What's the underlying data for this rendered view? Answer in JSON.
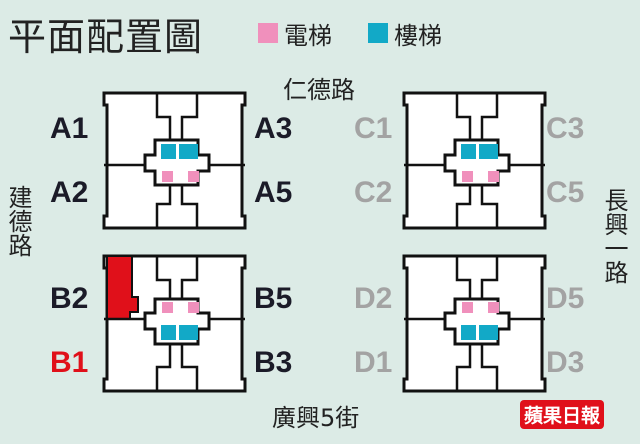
{
  "title": "平面配置圖",
  "legend": [
    {
      "label": "電梯",
      "color": "#f090bc"
    },
    {
      "label": "樓梯",
      "color": "#12a9c7"
    }
  ],
  "streets": {
    "top": "仁德路",
    "left": "建德路",
    "right": "長興一路",
    "bottom": "廣興5街"
  },
  "units": {
    "A1": "A1",
    "A2": "A2",
    "A3": "A3",
    "A5": "A5",
    "B2": "B2",
    "B1": "B1",
    "B5": "B5",
    "B3": "B3",
    "C1": "C1",
    "C2": "C2",
    "C3": "C3",
    "C5": "C5",
    "D2": "D2",
    "D1": "D1",
    "D5": "D5",
    "D3": "D3"
  },
  "highlight": {
    "unit": "B1",
    "color": "#e0101a"
  },
  "logo": "蘋果日報"
}
